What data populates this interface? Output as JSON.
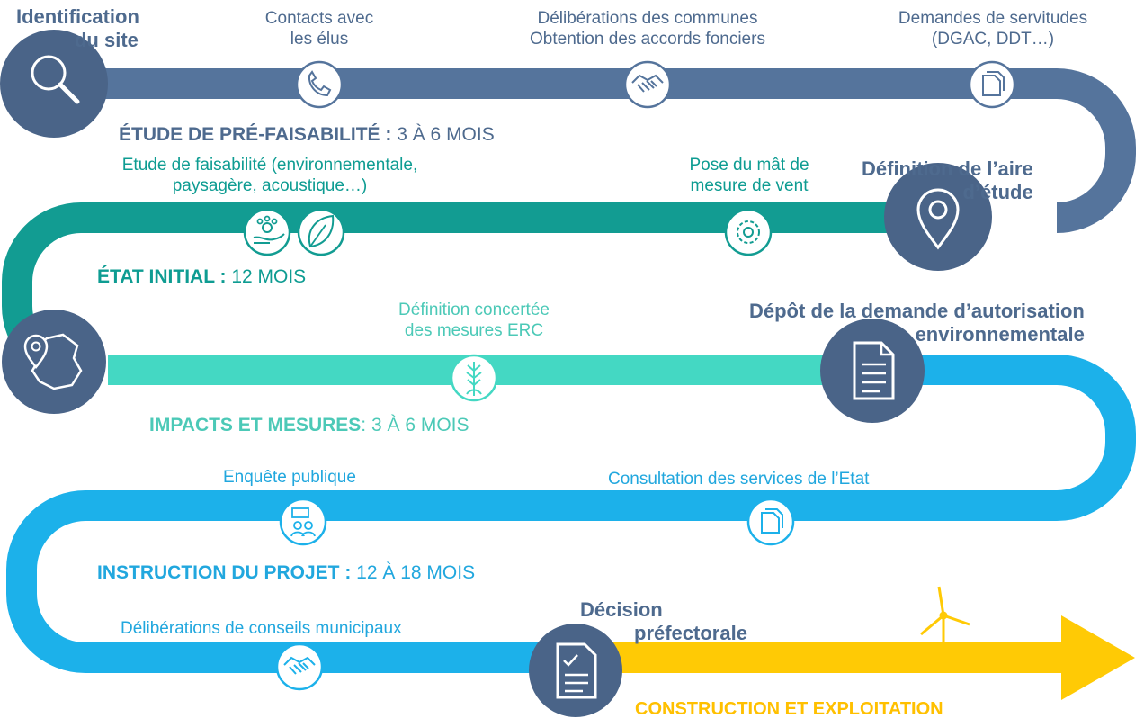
{
  "colors": {
    "row1": "#55749c",
    "row2": "#129c92",
    "row3": "#44d8c3",
    "row4": "#1cb1ea",
    "final": "#ffca05",
    "big_icon_fill": "#4a6488",
    "white": "#ffffff"
  },
  "milestones": {
    "identification": [
      "Identification",
      "du site"
    ],
    "aire": [
      "Définition de l’aire",
      "d’étude"
    ],
    "depot": [
      "Dépôt de la demande d’autorisation",
      "environnementale"
    ],
    "decision": [
      "Décision",
      "préfectorale"
    ]
  },
  "steps": {
    "contacts": [
      "Contacts avec",
      "les élus"
    ],
    "deliberations_communes": [
      "Délibérations des communes",
      "Obtention des accords fonciers"
    ],
    "servitudes": [
      "Demandes de servitudes",
      "(DGAC, DDT…)"
    ],
    "faisabilite": [
      "Etude de faisabilité (environnementale,",
      "paysagère, acoustique…)"
    ],
    "mat": [
      "Pose du mât de",
      "mesure de vent"
    ],
    "erc": [
      "Définition concertée",
      "des mesures ERC"
    ],
    "enquete": "Enquête publique",
    "consultation": "Consultation des services de l’Etat",
    "conseils": "Délibérations de conseils municipaux"
  },
  "phases": {
    "prefaisabilite": {
      "name": "ÉTUDE DE PRÉ-FAISABILITÉ :",
      "duration": " 3 À 6 MOIS"
    },
    "etat_initial": {
      "name": "ÉTAT INITIAL :",
      "duration": " 12 MOIS"
    },
    "impacts": {
      "name": "IMPACTS ET MESURES",
      "duration": ": 3 À 6 MOIS"
    },
    "instruction": {
      "name": "INSTRUCTION DU PROJET :",
      "duration": " 12 À 18 MOIS"
    },
    "construction": {
      "name": "CONSTRUCTION ET EXPLOITATION"
    }
  },
  "icons": {
    "search": "magnifier-icon",
    "phone": "phone-icon",
    "handshake": "handshake-icon",
    "documents": "documents-icon",
    "pin": "location-pin-icon",
    "gear": "gear-icon",
    "leaf": "leaf-icon",
    "paw": "paw-hand-icon",
    "map": "map-pin-icon",
    "plant": "plant-icon",
    "doc": "document-icon",
    "people": "people-chat-icon",
    "decision": "checked-document-icon",
    "turbine": "wind-turbine-icon"
  }
}
